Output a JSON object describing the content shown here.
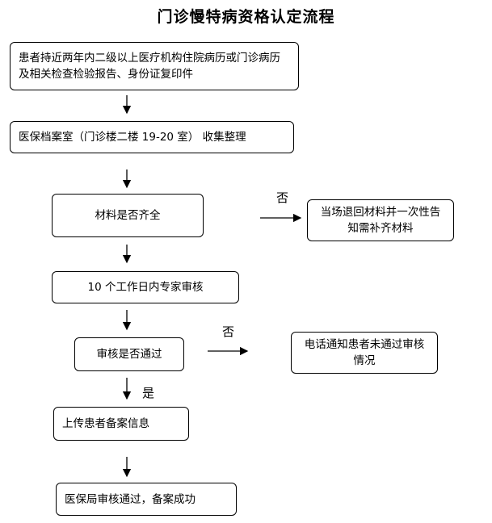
{
  "title": "门诊慢特病资格认定流程",
  "steps": [
    {
      "text": "患者持近两年内二级以上医疗机构住院病历或门诊病历及相关检查检验报告、身份证复印件"
    },
    {
      "text": "医保档案室（门诊楼二楼 19-20 室） 收集整理"
    },
    {
      "text": "材料是否齐全"
    },
    {
      "text": "10 个工作日内专家审核"
    },
    {
      "text": "审核是否通过"
    },
    {
      "text": "上传患者备案信息"
    },
    {
      "text": "医保局审核通过，备案成功"
    }
  ],
  "branches": [
    {
      "label": "否",
      "text": "当场退回材料并一次性告知需补齐材料"
    },
    {
      "label": "否",
      "text": "电话通知患者未通过审核情况"
    }
  ],
  "yes_label": "是"
}
